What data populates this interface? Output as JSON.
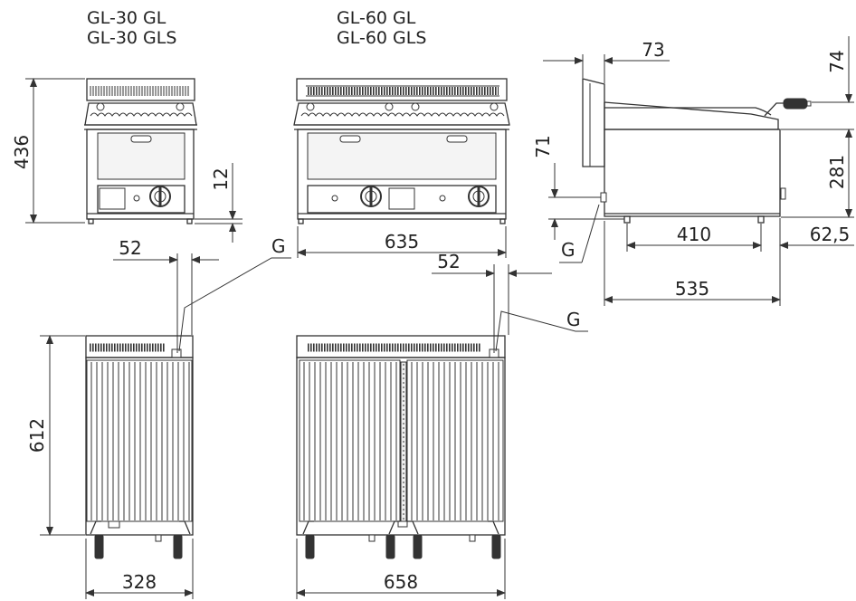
{
  "titles": {
    "gl30_line1": "GL-30 GL",
    "gl30_line2": "GL-30 GLS",
    "gl60_line1": "GL-60 GL",
    "gl60_line2": "GL-60 GLS"
  },
  "dimensions": {
    "height_total": "436",
    "foot_height": "12",
    "width_front_60": "635",
    "back_offset_top": "73",
    "top_height": "74",
    "body_height": "281",
    "gas_height": "71",
    "depth_feet": "410",
    "rear_offset": "62,5",
    "depth_total": "535",
    "gas_offset_30": "52",
    "gas_offset_60": "52",
    "depth_top_30": "612",
    "width_top_30": "328",
    "width_top_60": "658"
  },
  "labels": {
    "gas_side": "G",
    "gas_top_30": "G",
    "gas_top_60": "G"
  },
  "colors": {
    "line": "#333333",
    "panel": "#d9d9d9"
  }
}
